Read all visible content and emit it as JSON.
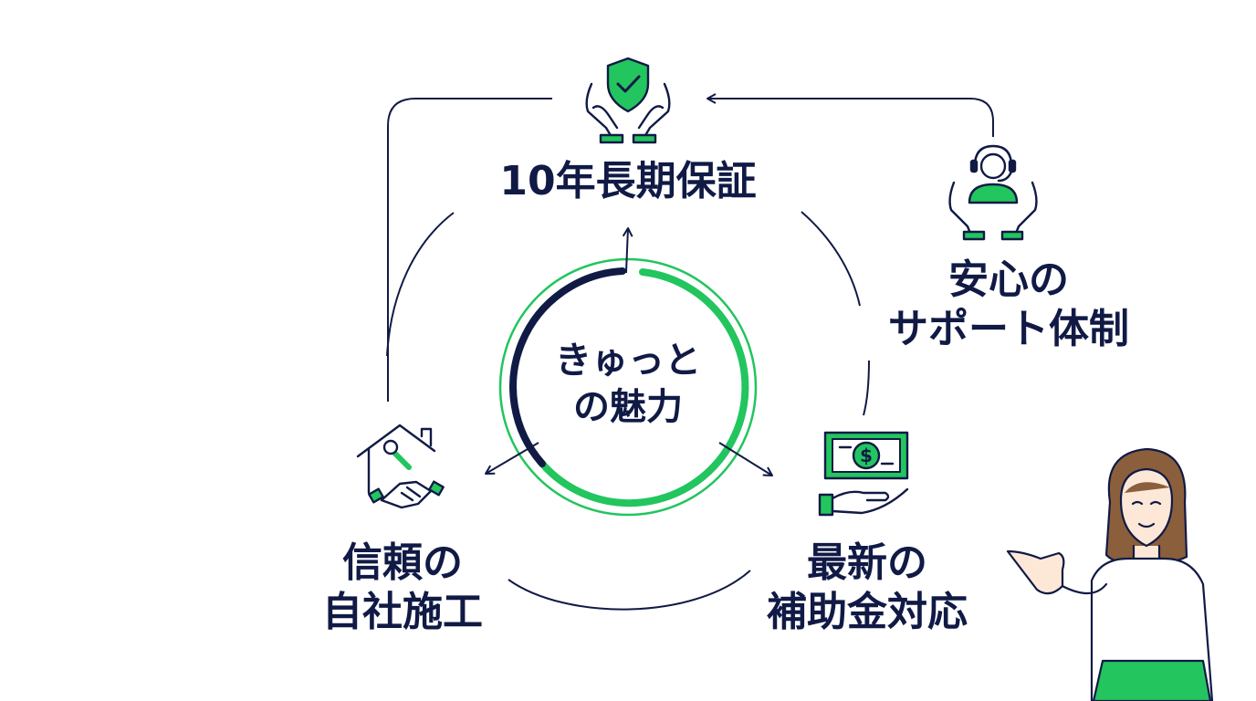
{
  "center": {
    "line1": "きゅっと",
    "line2": "の魅力"
  },
  "nodes": {
    "warranty": {
      "label": "10年長期保証",
      "icon": "shield-hands-icon"
    },
    "support": {
      "line1": "安心の",
      "line2": "サポート体制",
      "icon": "headset-operator-icon"
    },
    "construction": {
      "line1": "信頼の",
      "line2": "自社施工",
      "icon": "house-handshake-icon"
    },
    "subsidy": {
      "line1": "最新の",
      "line2": "補助金対応",
      "icon": "money-hand-icon"
    }
  },
  "colors": {
    "navy": "#101a45",
    "green": "#22c55e",
    "skin": "#fde8d8",
    "hair": "#8b5e3c"
  }
}
